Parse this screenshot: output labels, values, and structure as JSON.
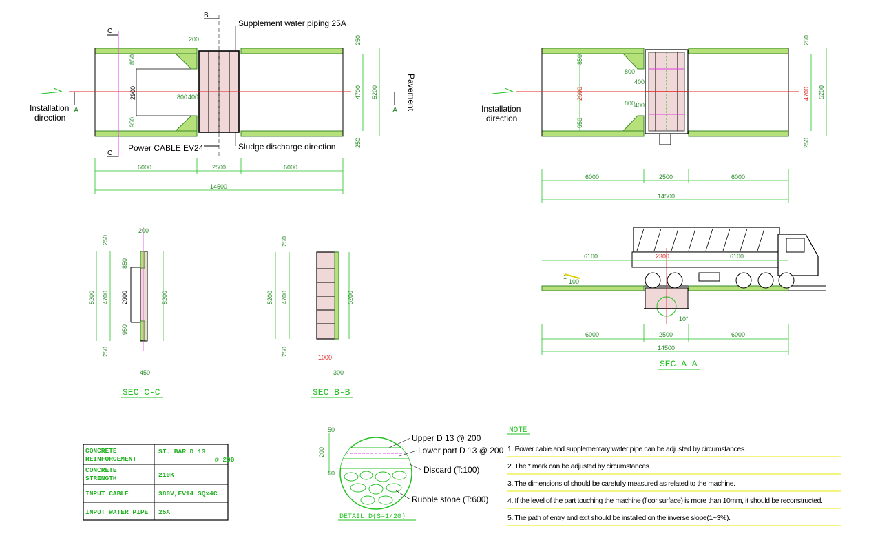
{
  "colors": {
    "concrete": "#b6e07a",
    "concrete_edge": "#3a8a2a",
    "dimension": "#20c020",
    "centerline": "#e02020",
    "magenta": "#e040e0",
    "grate": "#f0d8d8",
    "note_rule": "#e8e800"
  },
  "plan_left": {
    "label_supplement": "Supplement water piping 25A",
    "label_power": "Power CABLE EV24",
    "label_sludge": "Sludge discharge direction",
    "label_pavement": "Pavement",
    "label_install": [
      "Installation",
      "direction"
    ],
    "sec_b": "B",
    "sec_c": "C",
    "sec_a": "A",
    "dim_200": "200",
    "dim_850": "850",
    "dim_950": "950",
    "dim_2900": "2900",
    "dim_800": "800",
    "dim_400": "400",
    "dim_250_top": "250",
    "dim_250_bottom": "250",
    "dim_4700": "4700",
    "dim_5200": "5200",
    "dim_6000_left": "6000",
    "dim_2500": "2500",
    "dim_6000_right": "6000",
    "dim_14500": "14500"
  },
  "plan_right": {
    "label_install": [
      "Installation",
      "direction"
    ],
    "dim_850": "850",
    "dim_950": "950",
    "dim_2900": "2900",
    "dim_800_top": "800",
    "dim_400_top": "400",
    "dim_800_bottom": "800",
    "dim_400_bottom": "400",
    "dim_250_top": "250",
    "dim_250_bottom": "250",
    "dim_4700": "4700",
    "dim_5200": "5200",
    "dim_6000_left": "6000",
    "dim_2500": "2500",
    "dim_6000_right": "6000",
    "dim_14500": "14500"
  },
  "sec_cc": {
    "title": "SEC  C-C",
    "dim_200": "200",
    "dim_250_top": "250",
    "dim_850": "850",
    "dim_2900": "2900",
    "dim_950": "950",
    "dim_250_bottom": "250",
    "dim_4700": "4700",
    "dim_5200_left": "5200",
    "dim_5200_right": "5200",
    "dim_450": "450"
  },
  "sec_bb": {
    "title": "SEC  B-B",
    "dim_250_top": "250",
    "dim_4700": "4700",
    "dim_5200_left": "5200",
    "dim_5200_right": "5200",
    "dim_250_bottom": "250",
    "dim_1000": "1000",
    "dim_300": "300"
  },
  "sec_aa": {
    "title": "SEC  A-A",
    "dim_6100_left": "6100",
    "dim_2300": "2300",
    "dim_6100_right": "6100",
    "slope": "1",
    "slope_den": "100",
    "angle": "10°",
    "dim_6000_left": "6000",
    "dim_2500": "2500",
    "dim_6000_right": "6000",
    "dim_14500": "14500"
  },
  "table": {
    "rows": [
      {
        "label": [
          "CONCRETE",
          "REINFORCEMENT"
        ],
        "value": [
          "ST. BAR D 13",
          "@ 200"
        ]
      },
      {
        "label": [
          "CONCRETE",
          "STRENGTH"
        ],
        "value": [
          "210K"
        ]
      },
      {
        "label": [
          "INPUT CABLE"
        ],
        "value": [
          "380V,EV14  SQx4C"
        ]
      },
      {
        "label": [
          "INPUT WATER PIPE"
        ],
        "value": [
          "25A"
        ]
      }
    ]
  },
  "detail": {
    "title": "DETAIL   D(S=1/20)",
    "dim_50_top": "50",
    "dim_200": "200",
    "dim_50_bottom": "50",
    "upper": "Upper D 13 @ 200",
    "lower": "Lower part D 13 @ 200",
    "discard": "Discard (T:100)",
    "rubble": "Rubble stone (T:600)"
  },
  "notes": {
    "heading": "NOTE",
    "items": [
      "1. Power cable and supplementary water pipe can be adjusted by circumstances.",
      "2. The * mark can be adjusted by circumstances.",
      "3. The dimensions of should be carefully measured as related to the machine.",
      "4. If the level of the part touching the machine (floor surface) is more than 10mm, it should be reconstructed.",
      "5. The path of entry and exit should be installed on the inverse slope(1~3%)."
    ]
  }
}
